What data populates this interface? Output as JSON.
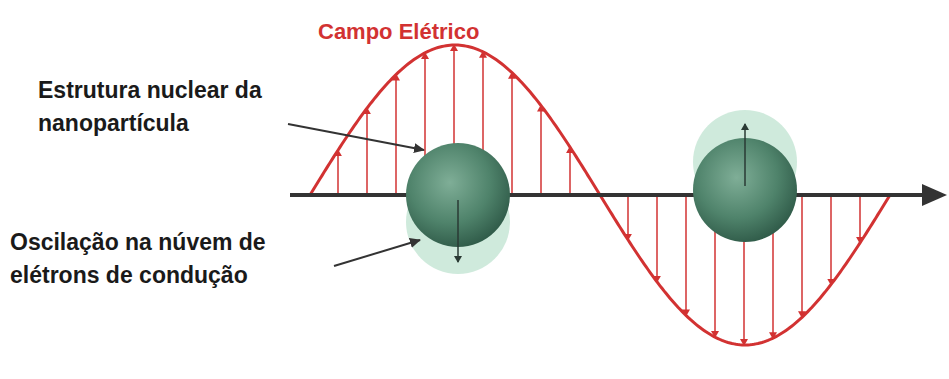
{
  "diagram": {
    "labels": [
      "Campo Elétrico",
      "Estrutura nuclear da nanopartícula",
      "Oscilação na núvem de elétrons de condução"
    ]
  }
}
